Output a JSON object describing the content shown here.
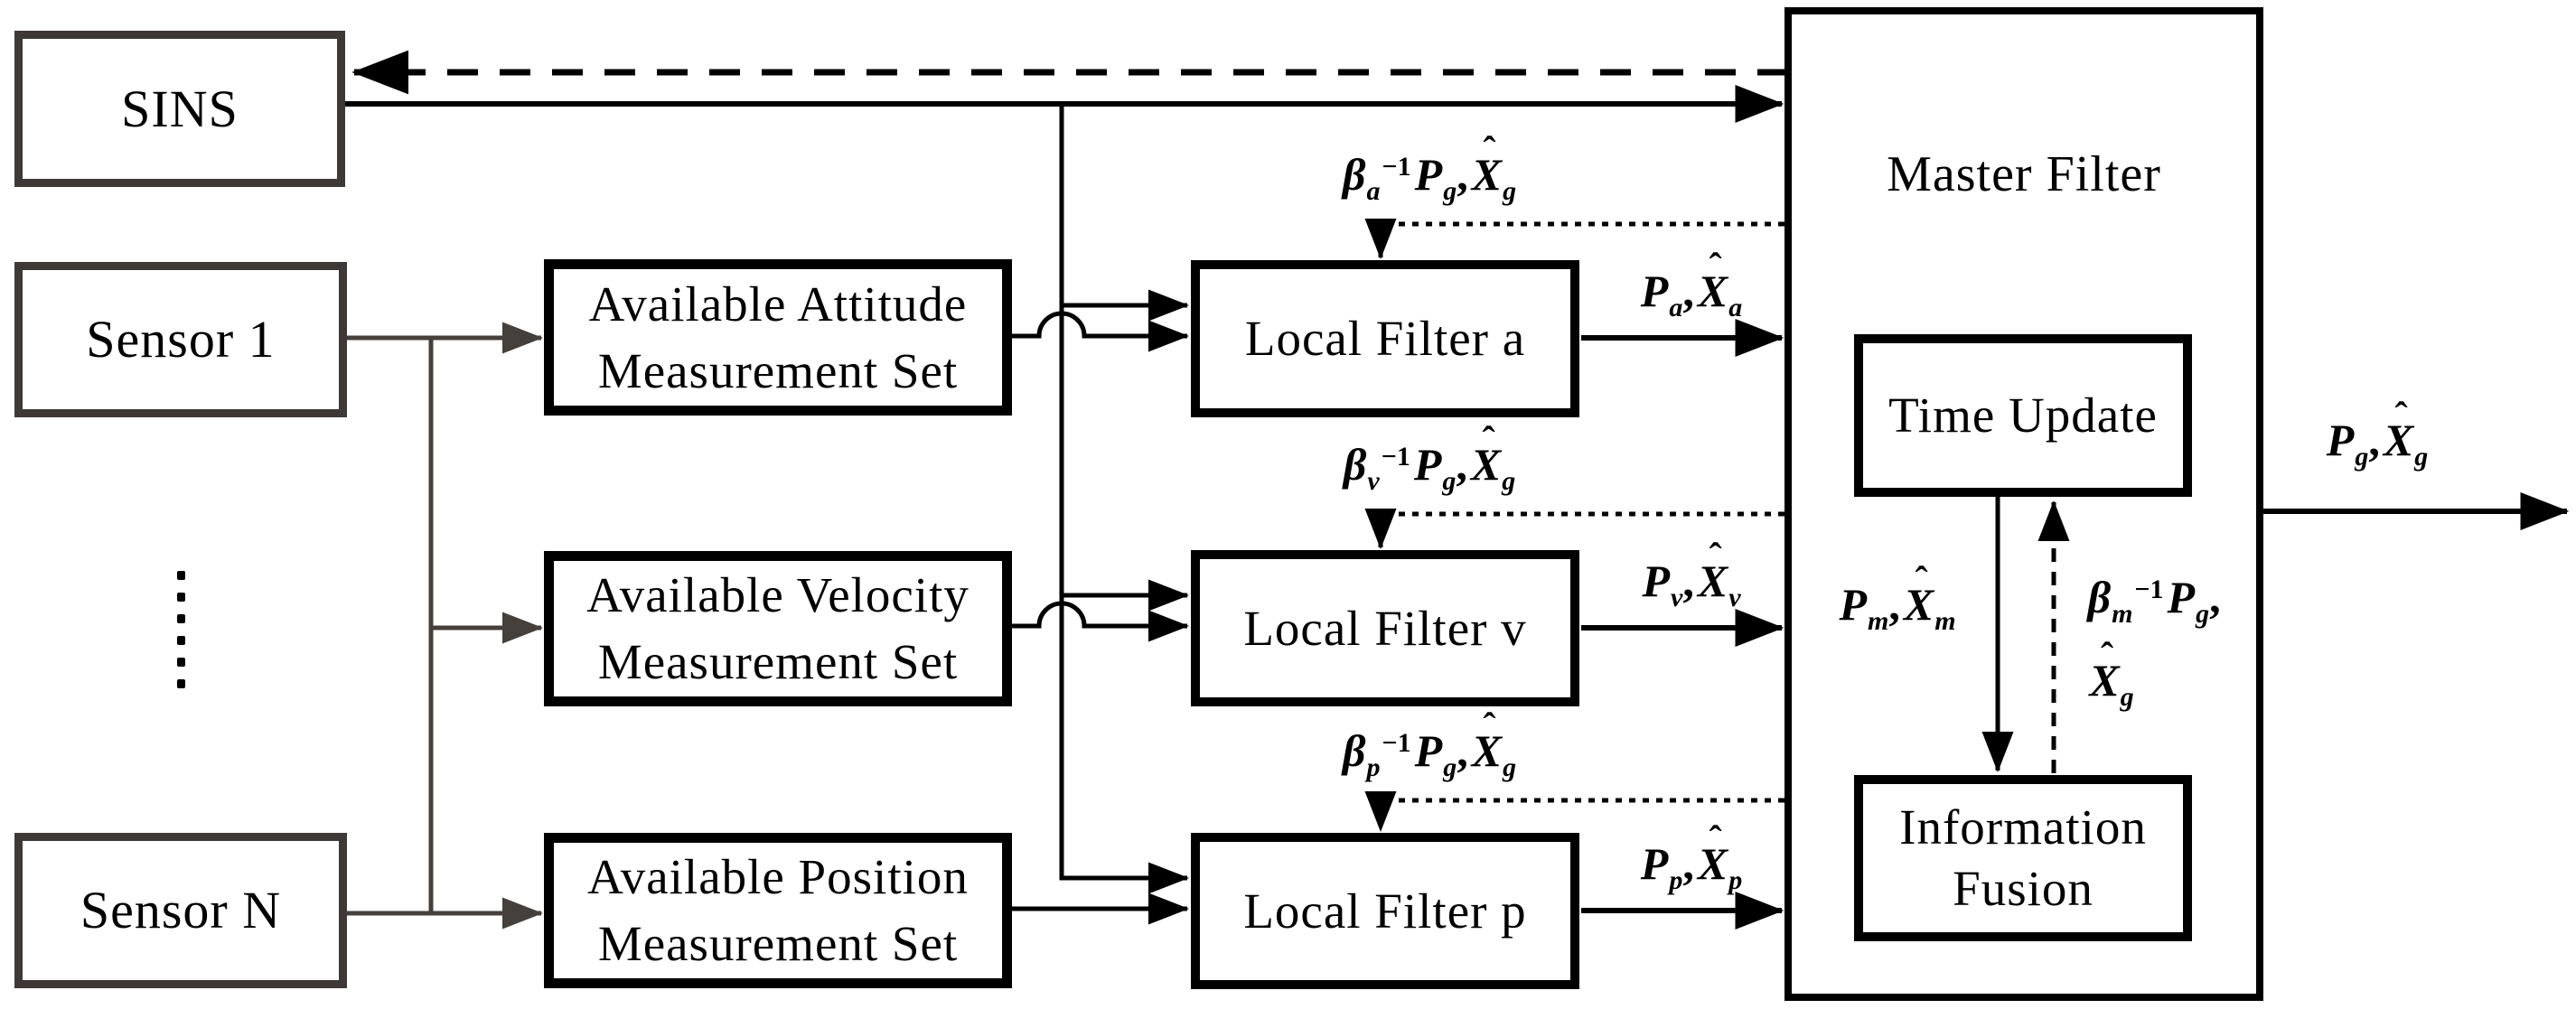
{
  "blocks": {
    "sins": "SINS",
    "sensor1": "Sensor 1",
    "sensorN": "Sensor N",
    "attitude_set": {
      "line1": "Available Attitude",
      "line2": "Measurement Set"
    },
    "velocity_set": {
      "line1": "Available Velocity",
      "line2": "Measurement Set"
    },
    "position_set": {
      "line1": "Available Position",
      "line2": "Measurement Set"
    },
    "filter_a": "Local Filter a",
    "filter_v": "Local Filter v",
    "filter_p": "Local Filter p",
    "master": "Master Filter",
    "time_update": "Time Update",
    "info_fusion": {
      "line1": "Information",
      "line2": "Fusion"
    }
  },
  "math_labels": {
    "fb_a": [
      [
        "gv",
        "β"
      ],
      [
        "sb",
        "a"
      ],
      [
        "sp",
        "−1"
      ],
      [
        "v",
        "P"
      ],
      [
        "sb",
        "g"
      ],
      [
        "tx",
        ","
      ],
      [
        "hv",
        "X"
      ],
      [
        "sb",
        "g"
      ]
    ],
    "fb_v": [
      [
        "gv",
        "β"
      ],
      [
        "sb",
        "v"
      ],
      [
        "sp",
        "−1"
      ],
      [
        "v",
        "P"
      ],
      [
        "sb",
        "g"
      ],
      [
        "tx",
        ","
      ],
      [
        "hv",
        "X"
      ],
      [
        "sb",
        "g"
      ]
    ],
    "fb_p": [
      [
        "gv",
        "β"
      ],
      [
        "sb",
        "p"
      ],
      [
        "sp",
        "−1"
      ],
      [
        "v",
        "P"
      ],
      [
        "sb",
        "g"
      ],
      [
        "tx",
        ","
      ],
      [
        "hv",
        "X"
      ],
      [
        "sb",
        "g"
      ]
    ],
    "out_a": [
      [
        "v",
        "P"
      ],
      [
        "sb",
        "a"
      ],
      [
        "tx",
        ","
      ],
      [
        "hv",
        "X"
      ],
      [
        "sb",
        "a"
      ]
    ],
    "out_v": [
      [
        "v",
        "P"
      ],
      [
        "sb",
        "v"
      ],
      [
        "tx",
        ","
      ],
      [
        "hv",
        "X"
      ],
      [
        "sb",
        "v"
      ]
    ],
    "out_p": [
      [
        "v",
        "P"
      ],
      [
        "sb",
        "p"
      ],
      [
        "tx",
        ","
      ],
      [
        "hv",
        "X"
      ],
      [
        "sb",
        "p"
      ]
    ],
    "pm": [
      [
        "v",
        "P"
      ],
      [
        "sb",
        "m"
      ],
      [
        "tx",
        ","
      ],
      [
        "hv",
        "X"
      ],
      [
        "sb",
        "m"
      ]
    ],
    "fb_m_line1": [
      [
        "gv",
        "β"
      ],
      [
        "sb",
        "m"
      ],
      [
        "sp",
        "−1"
      ],
      [
        "v",
        "P"
      ],
      [
        "sb",
        "g"
      ],
      [
        "tx",
        ","
      ]
    ],
    "fb_m_line2": [
      [
        "hv",
        "X"
      ],
      [
        "sb",
        "g"
      ]
    ],
    "out_g": [
      [
        "v",
        "P"
      ],
      [
        "sb",
        "g"
      ],
      [
        "tx",
        ","
      ],
      [
        "hv",
        "X"
      ],
      [
        "sb",
        "g"
      ]
    ]
  },
  "colors": {
    "ink": "#000000",
    "sensor_line": "#45403c",
    "sensor_border": "#3e3937",
    "background": "#ffffff"
  }
}
